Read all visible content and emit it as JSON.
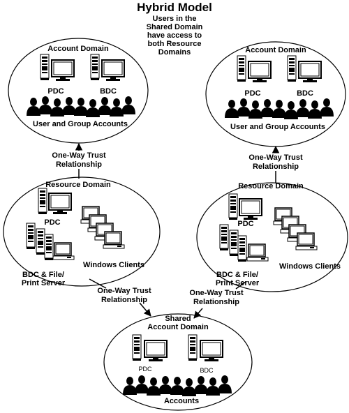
{
  "title": "Hybrid Model",
  "subtitle": [
    "Users in the",
    "Shared Domain",
    "have access to",
    "both Resource",
    "Domains"
  ],
  "account_domain_left": {
    "name": "Account Domain",
    "pdc": "PDC",
    "bdc": "BDC",
    "users": "User and Group Accounts"
  },
  "account_domain_right": {
    "name": "Account Domain",
    "pdc": "PDC",
    "bdc": "BDC",
    "users": "User and Group Accounts"
  },
  "trust_top_left": [
    "One-Way Trust",
    "Relationship"
  ],
  "trust_top_right": [
    "One-Way Trust",
    "Relationship"
  ],
  "resource_domain_left": {
    "name": "Resource Domain",
    "pdc": "PDC",
    "bdc": [
      "BDC & File/",
      "Print Server"
    ],
    "clients": "Windows Clients"
  },
  "resource_domain_right": {
    "name": "Resource Domain",
    "pdc": "PDC",
    "bdc": [
      "BDC & File/",
      "Print Server"
    ],
    "clients": "Windows Clients"
  },
  "trust_bottom_left": [
    "One-Way Trust",
    "Relationship"
  ],
  "trust_bottom_right": [
    "One-Way Trust",
    "Relationship"
  ],
  "shared_domain": {
    "name": [
      "Shared",
      "Account Domain"
    ],
    "pdc": "PDC",
    "bdc": "BDC",
    "users": "Accounts"
  }
}
